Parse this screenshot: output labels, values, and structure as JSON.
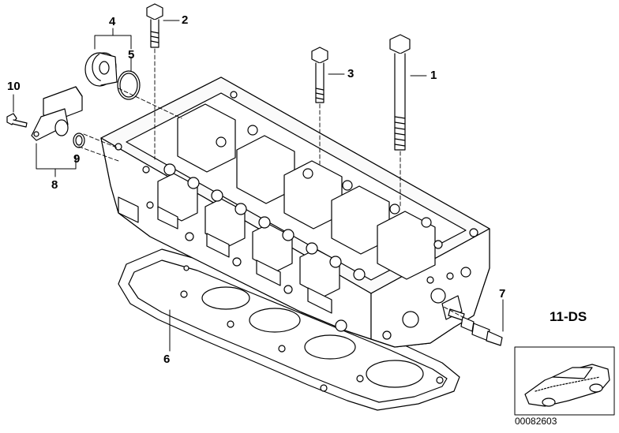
{
  "callouts": {
    "c1": "1",
    "c2": "2",
    "c3": "3",
    "c4": "4",
    "c5": "5",
    "c6": "6",
    "c7": "7",
    "c8": "8",
    "c9": "9",
    "c10": "10"
  },
  "diagram_code": "11-DS",
  "reference_number": "00082603",
  "parts": [
    {
      "callout": "1",
      "icon": "long-bolt"
    },
    {
      "callout": "2",
      "icon": "short-bolt"
    },
    {
      "callout": "3",
      "icon": "medium-bolt"
    },
    {
      "callout": "4",
      "icon": "cap-plug"
    },
    {
      "callout": "5",
      "icon": "o-ring"
    },
    {
      "callout": "6",
      "icon": "head-gasket"
    },
    {
      "callout": "7",
      "icon": "sensor"
    },
    {
      "callout": "8",
      "icon": "camshaft-sensor-assembly"
    },
    {
      "callout": "9",
      "icon": "seal-ring"
    },
    {
      "callout": "10",
      "icon": "screw"
    }
  ]
}
